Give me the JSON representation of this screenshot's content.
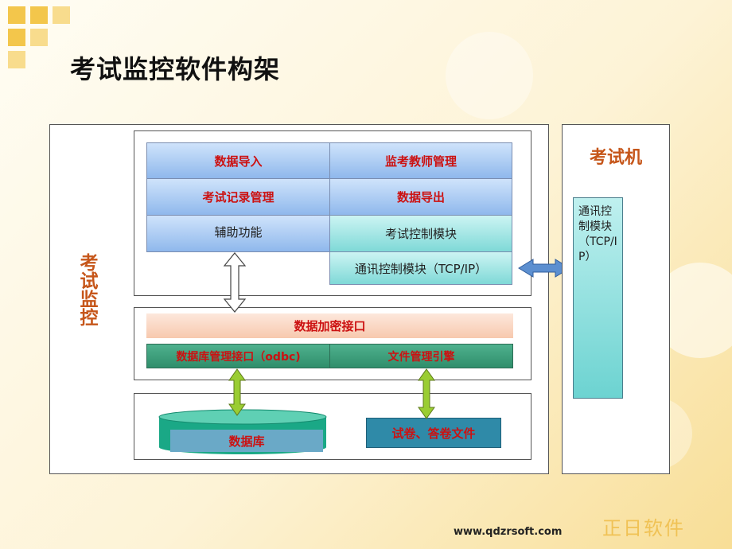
{
  "title": "考试监控软件构架",
  "monitor_label": "考试监控",
  "exam_machine": {
    "title": "考试机",
    "comm_module": "通讯控制模块（TCP/IP）"
  },
  "modules": {
    "data_import": "数据导入",
    "teacher_mgmt": "监考教师管理",
    "record_mgmt": "考试记录管理",
    "data_export": "数据导出",
    "aux_function": "辅助功能",
    "exam_control": "考试控制模块",
    "comm_control": "通讯控制模块（TCP/IP）"
  },
  "encryption_interface": "数据加密接口",
  "db_interface": "数据库管理接口（odbc)",
  "file_engine": "文件管理引擎",
  "database": "数据库",
  "papers": "试卷、答卷文件",
  "footer_url": "www.qdzrsoft.com",
  "watermark": "正日软件",
  "colors": {
    "accent_red": "#cc1111",
    "module_blue": "#8fb8ec",
    "module_teal": "#7fd9d7",
    "interface_green": "#2f8e6b",
    "watermark_gold": "#f0c255"
  }
}
